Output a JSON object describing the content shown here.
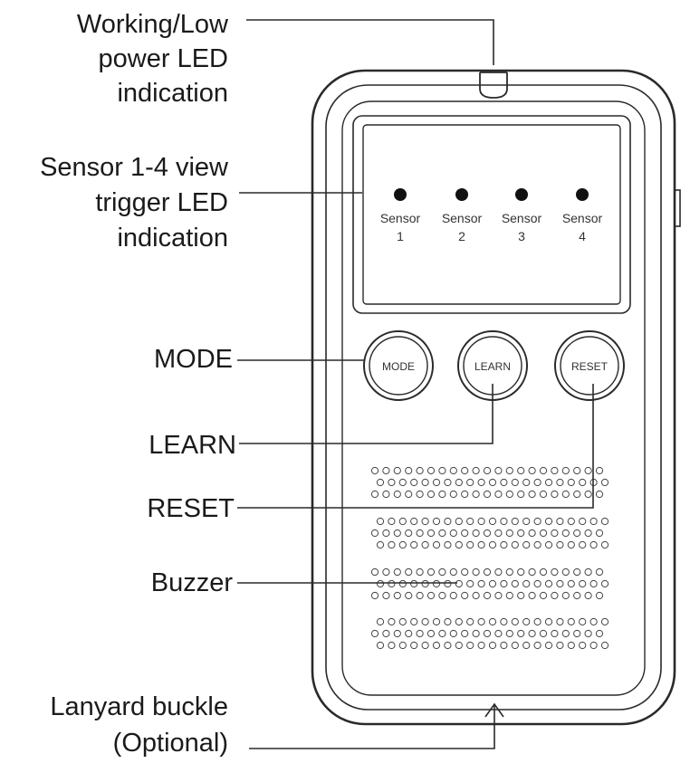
{
  "callouts": {
    "working_led": [
      "Working/Low",
      "power LED",
      "indication"
    ],
    "sensor_led": [
      "Sensor 1-4 view",
      "trigger LED",
      "indication"
    ],
    "mode": "MODE",
    "learn": "LEARN",
    "reset": "RESET",
    "buzzer": "Buzzer",
    "lanyard": [
      "Lanyard buckle",
      "(Optional)"
    ]
  },
  "sensors": [
    {
      "word": "Sensor",
      "num": "1"
    },
    {
      "word": "Sensor",
      "num": "2"
    },
    {
      "word": "Sensor",
      "num": "3"
    },
    {
      "word": "Sensor",
      "num": "4"
    }
  ],
  "buttons": {
    "mode": "MODE",
    "learn": "LEARN",
    "reset": "RESET"
  },
  "colors": {
    "line": "#2a2a2a",
    "led": "#111111",
    "background": "#ffffff"
  }
}
